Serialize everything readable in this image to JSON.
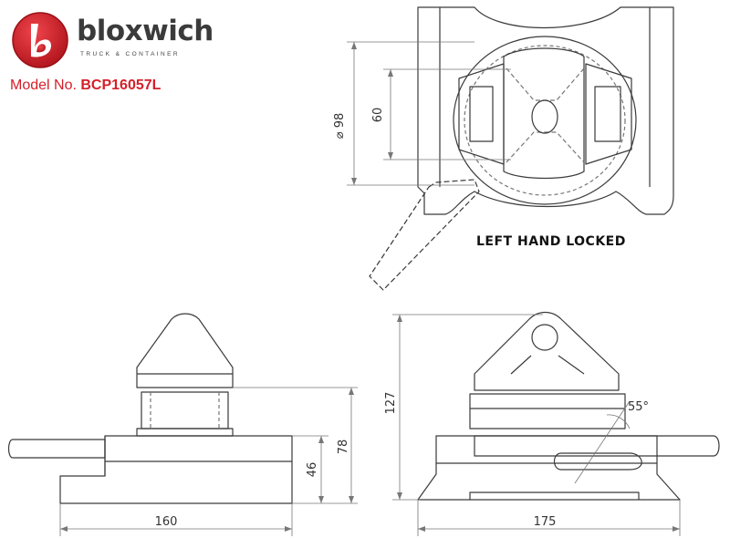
{
  "brand": {
    "name": "bloxwich",
    "tagline": "TRUCK & CONTAINER",
    "logo_color": "#d4202a"
  },
  "model": {
    "prefix": "Model No.",
    "number": "BCP16057L"
  },
  "top_view": {
    "note": "LEFT HAND LOCKED",
    "diameter_dim": "98",
    "inner_dim": "60"
  },
  "front_view": {
    "width_dim": "160",
    "height_46": "46",
    "height_78": "78"
  },
  "side_view": {
    "width_dim": "175",
    "height_127": "127",
    "angle": "55°"
  },
  "colors": {
    "line": "#3a3a3a",
    "dim_line": "#777777",
    "accent": "#d4202a"
  }
}
